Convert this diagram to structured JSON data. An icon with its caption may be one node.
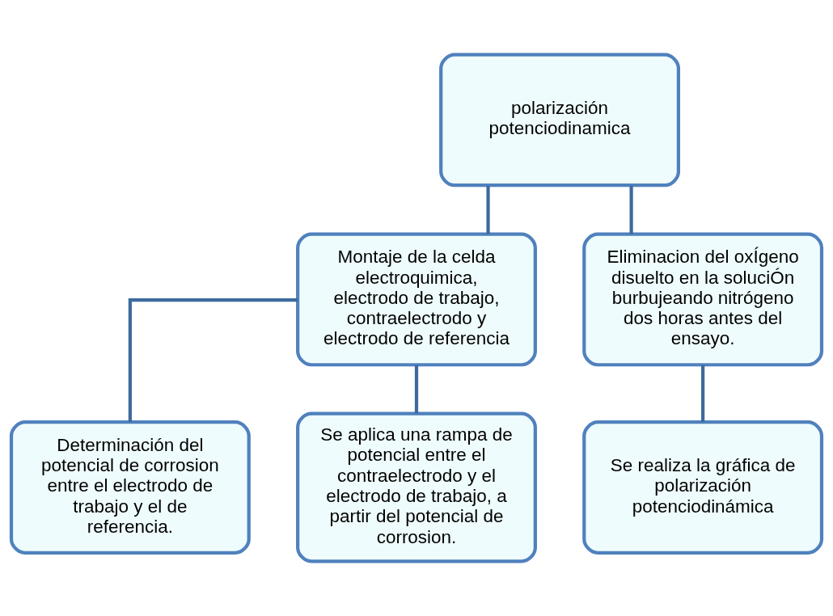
{
  "diagram": {
    "nodes": [
      {
        "text": [
          "polarización potenciodinamica"
        ]
      },
      {
        "text": [
          "Montaje de la celda electroquimica, electrodo de trabajo, contraelectrodo y electrodo de referencia"
        ]
      },
      {
        "text": [
          "Eliminacion del oxÍgeno disuelto en la soluciÓn burbujeando nitrógeno dos horas antes del ensayo."
        ]
      },
      {
        "text": [
          "Determinación del potencial de corrosion entre el electrodo de trabajo y el de referencia."
        ]
      },
      {
        "text": [
          "Se aplica una rampa de potencial entre el contraelectrodo y el electrodo de trabajo, a partir del potencial de corrosion."
        ]
      },
      {
        "text": [
          "Se realiza la gráfica de polarización potenciodinámica"
        ]
      }
    ],
    "edges": [
      {
        "from": 0,
        "to": 1,
        "arrow": "none"
      },
      {
        "from": 0,
        "to": 2,
        "arrow": "none"
      },
      {
        "from": 1,
        "to": 3,
        "arrow": "none"
      },
      {
        "from": 1,
        "to": 4,
        "arrow": "none"
      },
      {
        "from": 2,
        "to": 5,
        "arrow": "none"
      }
    ]
  }
}
